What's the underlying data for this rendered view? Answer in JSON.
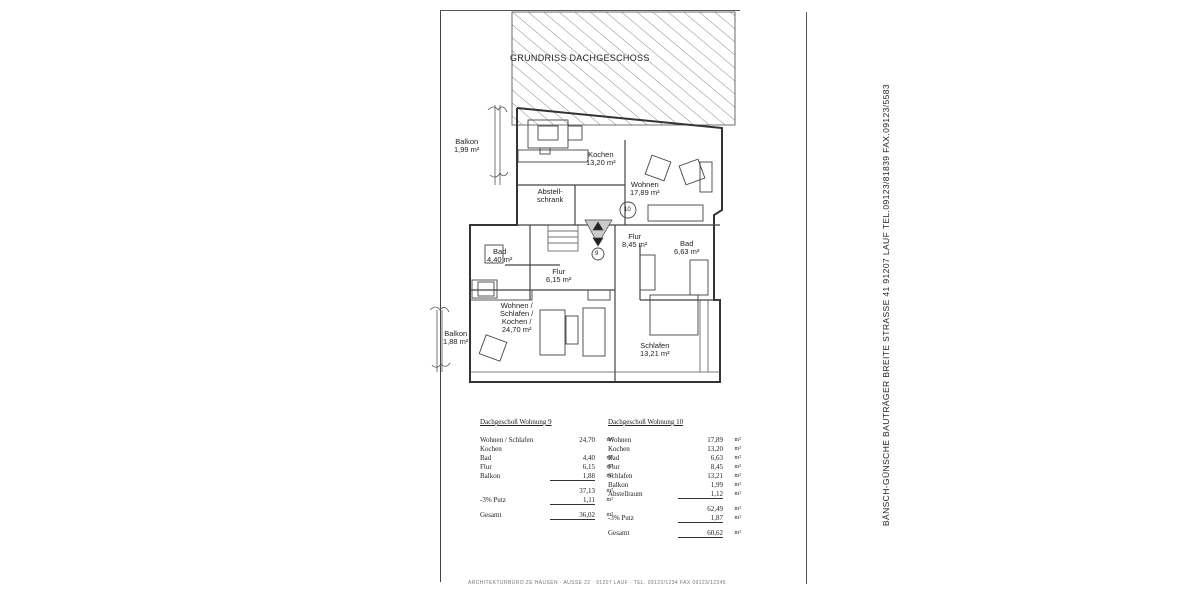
{
  "plan": {
    "title": "GRUNDRISS DACHGESCHOSS",
    "developer_info": "BÄNSCH-GÜNSCHE BAUTRÄGER  BREITE STRASSE 41 91207 LAUF  TEL.09123/81839 FAX.09123/5583",
    "footer_text": "ARCHITEKTURBÜRO ZE HAUSEN · AUSSE 22 · 91207 LAUF · TEL. 09123/1234 FAX 09123/12345",
    "rooms": [
      {
        "id": "balkon-10",
        "name": "Balkon",
        "area": "1,99 m²"
      },
      {
        "id": "kochen-10",
        "name": "Kochen",
        "area": "13,20 m²"
      },
      {
        "id": "wohnen-10",
        "name": "Wohnen",
        "area": "17,89 m²"
      },
      {
        "id": "abstell",
        "name": "Abstell-",
        "name2": "schrank"
      },
      {
        "id": "flur-10",
        "name": "Flur",
        "area": "8,45 m²"
      },
      {
        "id": "bad-10",
        "name": "Bad",
        "area": "6,63 m²"
      },
      {
        "id": "bad-9",
        "name": "Bad",
        "area": "4,40 m²"
      },
      {
        "id": "flur-9",
        "name": "Flur",
        "area": "6,15 m²"
      },
      {
        "id": "wohnen-9",
        "name": "Wohnen /",
        "name2": "Schlafen /",
        "name3": "Kochen /",
        "area": "24,70 m²"
      },
      {
        "id": "balkon-9",
        "name": "Balkon",
        "area": "1,88 m²"
      },
      {
        "id": "schlafen-10",
        "name": "Schlafen",
        "area": "13,21 m²"
      }
    ],
    "unit_markers": [
      "10",
      "9"
    ]
  },
  "tables": [
    {
      "header": "Dachgeschoß  Wohnung 9",
      "rows": [
        {
          "name": "Wohnen / Schlafen",
          "value": "24,70",
          "unit": "m²"
        },
        {
          "name": "Kochen",
          "value": "",
          "unit": ""
        },
        {
          "name": "Bad",
          "value": "4,40",
          "unit": "m²"
        },
        {
          "name": "Flur",
          "value": "6,15",
          "unit": "m²"
        },
        {
          "name": "Balkon",
          "value": "1,88",
          "unit": "m²"
        }
      ],
      "subtotal": {
        "name": "",
        "value": "37,13",
        "unit": "m²"
      },
      "deduction": {
        "name": "-3% Putz",
        "value": "1,11",
        "unit": "m²"
      },
      "total": {
        "name": "Gesamt",
        "value": "36,02",
        "unit": "m²"
      }
    },
    {
      "header": "Dachgeschoß  Wohnung 10",
      "rows": [
        {
          "name": "Wohnen",
          "value": "17,89",
          "unit": "m²"
        },
        {
          "name": "Kochen",
          "value": "13,20",
          "unit": "m²"
        },
        {
          "name": "Bad",
          "value": "6,63",
          "unit": "m²"
        },
        {
          "name": "Flur",
          "value": "8,45",
          "unit": "m²"
        },
        {
          "name": "Schlafen",
          "value": "13,21",
          "unit": "m²"
        },
        {
          "name": "Balkon",
          "value": "1,99",
          "unit": "m²"
        },
        {
          "name": "Abstellraum",
          "value": "1,12",
          "unit": "m²"
        }
      ],
      "subtotal": {
        "name": "",
        "value": "62,49",
        "unit": "m²"
      },
      "deduction": {
        "name": "-3% Putz",
        "value": "1,87",
        "unit": "m²"
      },
      "total": {
        "name": "Gesamt",
        "value": "60,62",
        "unit": "m²"
      }
    }
  ]
}
